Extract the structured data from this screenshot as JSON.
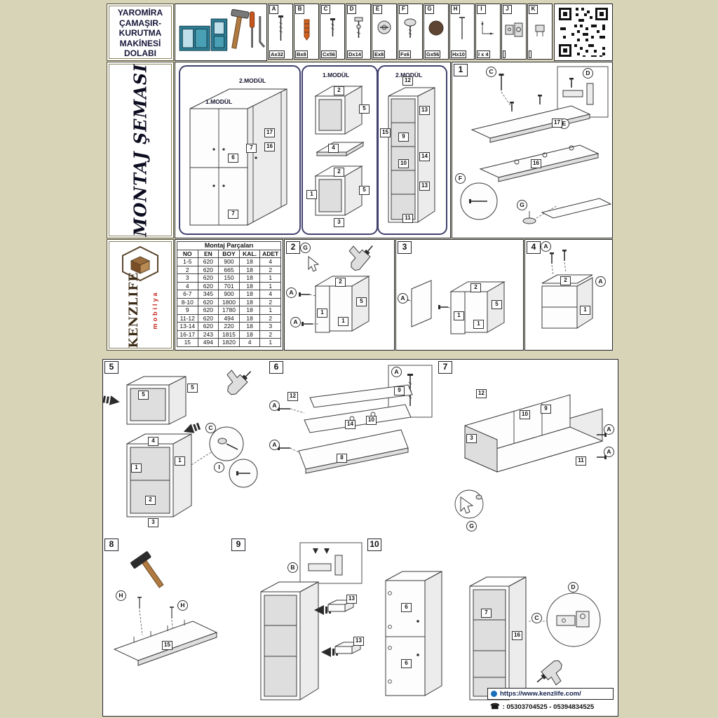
{
  "colors": {
    "page_bg": "#d8d4b8",
    "module_border": "#41416e",
    "brand_red": "#c32417",
    "teal": "#2e7f96"
  },
  "header": {
    "title_lines": [
      "YAROMİRA",
      "ÇAMAŞIR-",
      "KURUTMA",
      "MAKİNESİ",
      "DOLABI"
    ],
    "hardware_items": [
      {
        "letter": "A",
        "count": "Ax32",
        "icon": "long-screw-icon"
      },
      {
        "letter": "B",
        "count": "Bx8",
        "icon": "wall-plug-icon"
      },
      {
        "letter": "C",
        "count": "Cx56",
        "icon": "screw-icon"
      },
      {
        "letter": "D",
        "count": "Dx14",
        "icon": "cam-bolt-icon"
      },
      {
        "letter": "E",
        "count": "Ex8",
        "icon": "cam-lock-icon"
      },
      {
        "letter": "F",
        "count": "Fx6",
        "icon": "pan-head-screw-icon"
      },
      {
        "letter": "G",
        "count": "Gx56",
        "icon": "cover-cap-icon"
      },
      {
        "letter": "H",
        "count": "Hx10",
        "icon": "nail-icon"
      },
      {
        "letter": "I",
        "count": "I x 4",
        "icon": "bracket-icon"
      },
      {
        "letter": "J",
        "count": "",
        "icon": "hinge-icon"
      },
      {
        "letter": "K",
        "count": "",
        "icon": "fitting-icon"
      }
    ]
  },
  "sidebar": {
    "schema_title": "MONTAJ ŞEMASI",
    "brand_name": "KENZLIFE",
    "brand_sub": "mobilya"
  },
  "overview": {
    "module1_label": "1.MODÜL",
    "module2_label": "2.MODÜL",
    "cabinet_labels": [
      "17",
      "16",
      "7",
      "6",
      "7"
    ],
    "module1_parts": [
      "2",
      "5",
      "4",
      "2",
      "5",
      "1",
      "3"
    ],
    "module2_parts": [
      "12",
      "15",
      "13",
      "9",
      "10",
      "14",
      "13",
      "11"
    ]
  },
  "parts_table": {
    "title": "Montaj Parçaları",
    "headers": [
      "NO",
      "EN",
      "BOY",
      "KAL.",
      "ADET"
    ],
    "rows": [
      [
        "1-5",
        "620",
        "900",
        "18",
        "4"
      ],
      [
        "2",
        "620",
        "665",
        "18",
        "2"
      ],
      [
        "3",
        "620",
        "150",
        "18",
        "1"
      ],
      [
        "4",
        "620",
        "701",
        "18",
        "1"
      ],
      [
        "6-7",
        "345",
        "900",
        "18",
        "4"
      ],
      [
        "8-10",
        "620",
        "1800",
        "18",
        "2"
      ],
      [
        "9",
        "620",
        "1780",
        "18",
        "1"
      ],
      [
        "11-12",
        "620",
        "494",
        "18",
        "2"
      ],
      [
        "13-14",
        "620",
        "220",
        "18",
        "3"
      ],
      [
        "16-17",
        "243",
        "1815",
        "18",
        "2"
      ],
      [
        "15",
        "494",
        "1820",
        "4",
        "1"
      ]
    ]
  },
  "steps": {
    "s1": {
      "num": "1",
      "letters": [
        "C",
        "D",
        "E",
        "F",
        "G"
      ],
      "parts": [
        "17",
        "16"
      ]
    },
    "s2": {
      "num": "2",
      "letters": [
        "G",
        "A",
        "A"
      ],
      "parts": [
        "2",
        "5",
        "1",
        "1"
      ]
    },
    "s3": {
      "num": "3",
      "letters": [
        "A"
      ],
      "parts": [
        "2",
        "5",
        "1",
        "1"
      ]
    },
    "s4": {
      "num": "4",
      "letters": [
        "A",
        "A"
      ],
      "parts": [
        "2",
        "1"
      ]
    },
    "s5": {
      "num": "5",
      "letters": [
        "C",
        "I"
      ],
      "parts": [
        "5",
        "5",
        "4",
        "1",
        "1",
        "2",
        "3"
      ]
    },
    "s6": {
      "num": "6",
      "letters": [
        "A",
        "A",
        "A"
      ],
      "parts": [
        "12",
        "14",
        "10",
        "8",
        "9"
      ]
    },
    "s7": {
      "num": "7",
      "letters": [
        "A",
        "A",
        "G"
      ],
      "parts": [
        "12",
        "10",
        "9",
        "3",
        "11"
      ]
    },
    "s8": {
      "num": "8",
      "letters": [
        "H",
        "H"
      ],
      "parts": [
        "15"
      ]
    },
    "s9": {
      "num": "9",
      "letters": [
        "B"
      ],
      "parts": [
        "13",
        "13"
      ]
    },
    "s10": {
      "num": "10",
      "letters": [
        "D",
        "C"
      ],
      "parts": [
        "6",
        "6",
        "7",
        "16"
      ]
    }
  },
  "footer": {
    "website": "https://www.kenzlife.com/",
    "phone": ": 05303704525 - 05394834525",
    "phone_icon": "☎"
  }
}
